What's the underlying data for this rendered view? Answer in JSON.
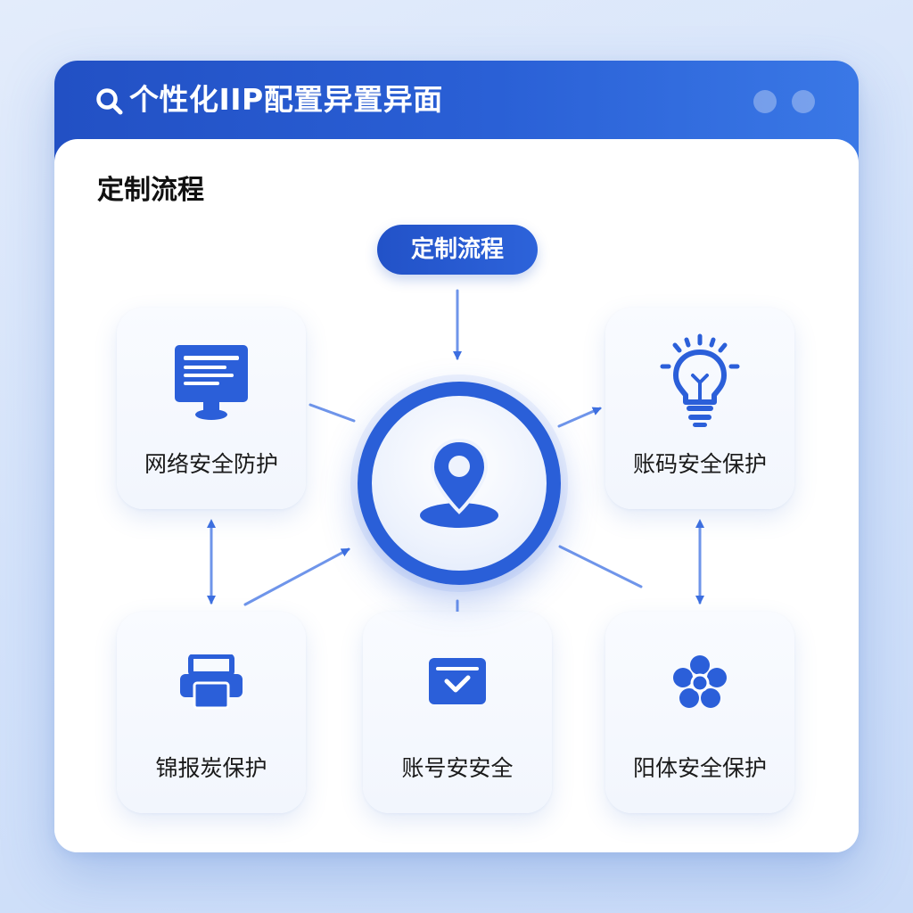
{
  "window": {
    "title": "个性化IIP配置异置异面"
  },
  "section": {
    "heading": "定制流程"
  },
  "flow": {
    "start_pill": "定制流程",
    "hub_icon": "location-pin-icon",
    "nodes": [
      {
        "label": "网络安全防护",
        "icon": "monitor-icon"
      },
      {
        "label": "账码安全保护",
        "icon": "lightbulb-icon"
      },
      {
        "label": "锦报炭保护",
        "icon": "printer-icon"
      },
      {
        "label": "账号安安全",
        "icon": "inbox-check-icon"
      },
      {
        "label": "阳体安全保护",
        "icon": "flower-icon"
      }
    ]
  },
  "colors": {
    "accent": "#2a5fd8",
    "header": "#2250c4",
    "background": "#d3e2fa"
  }
}
